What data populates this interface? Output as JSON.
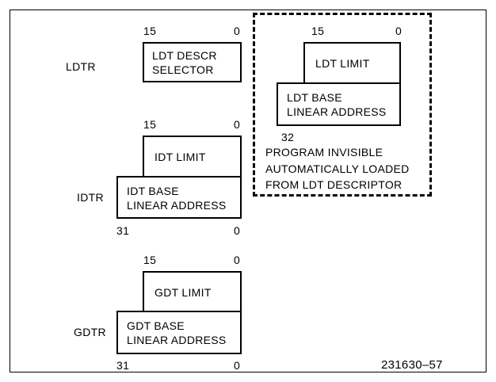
{
  "ldtr": {
    "register_label": "LDTR",
    "bit_high": "15",
    "bit_low": "0",
    "selector_line1": "LDT DESCR",
    "selector_line2": "SELECTOR"
  },
  "ldt_cache": {
    "bit_high": "15",
    "bit_low": "0",
    "limit_label": "LDT LIMIT",
    "base_line1": "LDT BASE",
    "base_line2": "LINEAR ADDRESS",
    "base_bit_high": "32",
    "note_line1": "PROGRAM INVISIBLE",
    "note_line2": "AUTOMATICALLY LOADED",
    "note_line3": "FROM LDT DESCRIPTOR"
  },
  "idtr": {
    "register_label": "IDTR",
    "limit_bit_high": "15",
    "limit_bit_low": "0",
    "limit_label": "IDT LIMIT",
    "base_line1": "IDT BASE",
    "base_line2": "LINEAR ADDRESS",
    "base_bit_high": "31",
    "base_bit_low": "0"
  },
  "gdtr": {
    "register_label": "GDTR",
    "limit_bit_high": "15",
    "limit_bit_low": "0",
    "limit_label": "GDT LIMIT",
    "base_line1": "GDT BASE",
    "base_line2": "LINEAR ADDRESS",
    "base_bit_high": "31",
    "base_bit_low": "0"
  },
  "figure_number": "231630–57"
}
